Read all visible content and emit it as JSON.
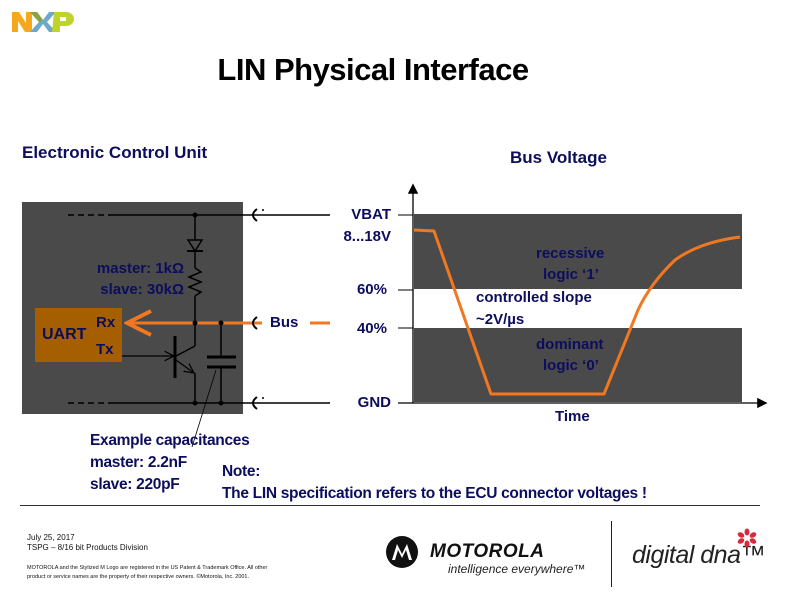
{
  "header": {
    "logo": "NXP",
    "title": "LIN Physical Interface"
  },
  "ecu": {
    "heading": "Electronic Control Unit",
    "resistor_master": "master: 1kΩ",
    "resistor_slave": "slave: 30kΩ",
    "uart_label": "UART",
    "rx_label": "Rx",
    "tx_label": "Tx",
    "bus_label": "Bus",
    "capacitance_title": "Example capacitances",
    "capacitance_master": "master: 2.2nF",
    "capacitance_slave": "slave: 220pF",
    "colors": {
      "ecu_box": "#4a4a4a",
      "uart_box": "#a65f00",
      "bus_line": "#f07820",
      "text": "#0d0d5e"
    }
  },
  "bus_voltage": {
    "heading": "Bus Voltage",
    "y_labels": {
      "vbat": "VBAT",
      "vbat_range": "8...18V",
      "pct60": "60%",
      "pct40": "40%",
      "gnd": "GND"
    },
    "x_label": "Time",
    "recessive_line1": "recessive",
    "recessive_line2": "logic ‘1’",
    "slope_line1": "controlled slope",
    "slope_line2": "~2V/µs",
    "dominant_line1": "dominant",
    "dominant_line2": "logic ‘0’"
  },
  "note": {
    "title": "Note:",
    "text": "The LIN specification refers to the ECU connector voltages !"
  },
  "footer": {
    "date": "July 25, 2017",
    "division": "TSPG – 8/16 bit Products Division",
    "legal_1": "MOTOROLA and the Stylized M Logo are registered in the US Patent & Trademark Office. All other",
    "legal_2": "product or service names are the property of their respective owners. ©Motorola, Inc. 2001.",
    "motorola": "MOTOROLA",
    "motorola_tagline": "intelligence everywhere™",
    "digitaldna": "digital dna™"
  },
  "chart_data": {
    "type": "line",
    "title": "Bus Voltage",
    "xlabel": "Time",
    "ylabel": "",
    "y_ticks": [
      "GND",
      "40%",
      "60%",
      "VBAT 8...18V"
    ],
    "regions": [
      {
        "name": "recessive logic ‘1’",
        "from": "60%",
        "to": "VBAT"
      },
      {
        "name": "dominant logic ‘0’",
        "from": "GND",
        "to": "40%"
      }
    ],
    "annotation": "controlled slope ~2V/µs",
    "series": [
      {
        "name": "Bus",
        "x": [
          0,
          0.1,
          0.25,
          0.55,
          0.7,
          0.8,
          0.9,
          1.0
        ],
        "y_pct_vbat": [
          92,
          90,
          2,
          3,
          48,
          78,
          90,
          96
        ]
      }
    ]
  }
}
